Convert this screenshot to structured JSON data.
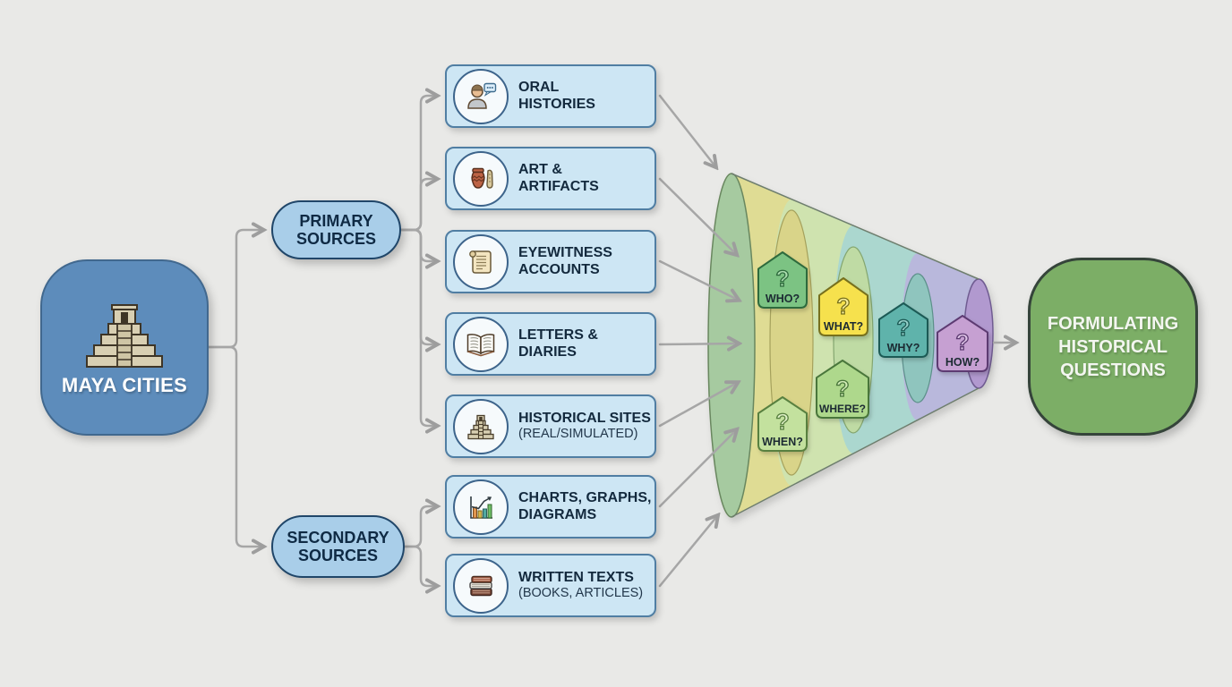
{
  "background_color": "#e9e9e7",
  "root": {
    "label": "MAYA CITIES",
    "icon": "stepped-pyramid-icon",
    "color": "#5d8cbb"
  },
  "categories": [
    {
      "line1": "PRIMARY",
      "line2": "SOURCES",
      "color": "#a9cee9"
    },
    {
      "line1": "SECONDARY",
      "line2": "SOURCES",
      "color": "#a9cee9"
    }
  ],
  "sources": [
    {
      "icon": "person-speech-icon",
      "line1": "ORAL",
      "line2": "HISTORIES"
    },
    {
      "icon": "pottery-artifact-icon",
      "line1": "ART &",
      "line2": "ARTIFACTS"
    },
    {
      "icon": "scroll-icon",
      "line1": "EYEWITNESS",
      "line2": "ACCOUNTS"
    },
    {
      "icon": "open-book-icon",
      "line1": "LETTERS &",
      "line2": "DIARIES"
    },
    {
      "icon": "stepped-pyramid-icon",
      "line1": "HISTORICAL SITES",
      "line2": "(REAL/SIMULATED)"
    },
    {
      "icon": "bar-chart-icon",
      "line1": "CHARTS, GRAPHS,",
      "line2": "DIAGRAMS"
    },
    {
      "icon": "book-stack-icon",
      "line1": "WRITTEN TEXTS",
      "line2": "(BOOKS, ARTICLES)"
    }
  ],
  "funnel": {
    "band_colors": [
      "#dfdc94",
      "#cfe3af",
      "#abd7cf",
      "#b9b8dc"
    ],
    "mouth_color": "#a6caa0",
    "spout_color": "#b199cf",
    "questions": [
      {
        "label": "WHO?",
        "glyph": "?",
        "fill": "#7cc383",
        "border": "#2e6b3c"
      },
      {
        "label": "WHAT?",
        "glyph": "?",
        "fill": "#f6e14e",
        "border": "#77701f"
      },
      {
        "label": "WHY?",
        "glyph": "?",
        "fill": "#5fb3ab",
        "border": "#1d5a55"
      },
      {
        "label": "HOW?",
        "glyph": "?",
        "fill": "#c6a0d2",
        "border": "#5d3a72"
      },
      {
        "label": "WHERE?",
        "glyph": "?",
        "fill": "#aed88c",
        "border": "#49763a"
      },
      {
        "label": "WHEN?",
        "glyph": "?",
        "fill": "#c3e19e",
        "border": "#59803f"
      }
    ]
  },
  "result": {
    "line1": "FORMULATING",
    "line2": "HISTORICAL",
    "line3": "QUESTIONS",
    "color": "#7cae66"
  }
}
